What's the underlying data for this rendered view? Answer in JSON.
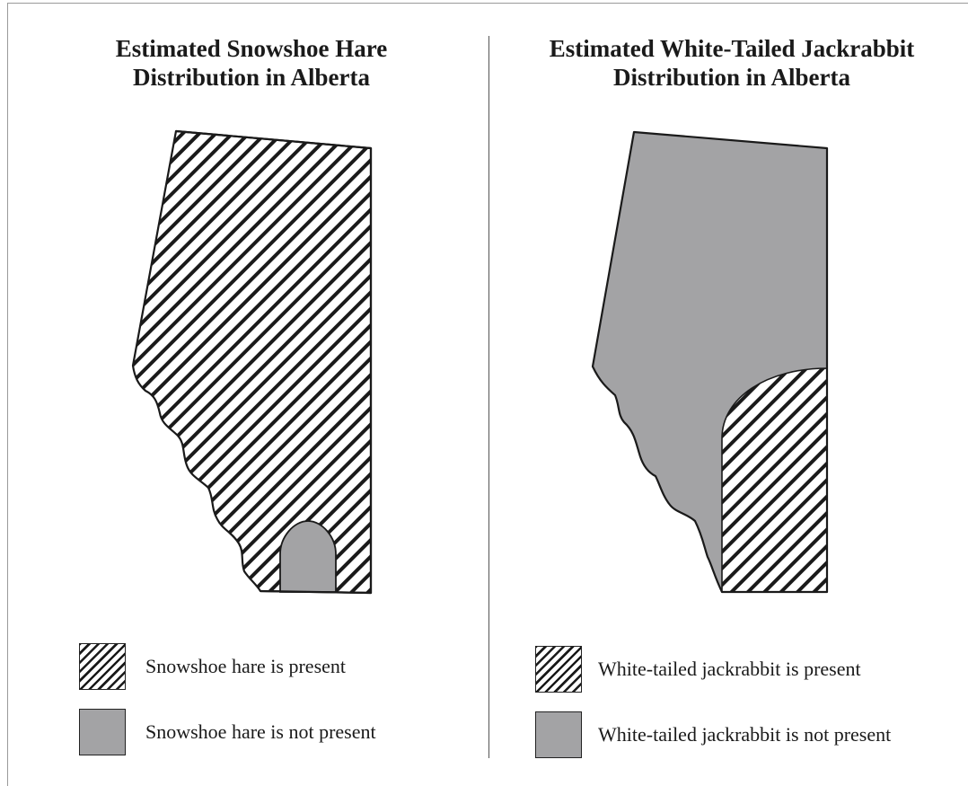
{
  "left_panel": {
    "title_line1": "Estimated Snowshoe Hare",
    "title_line2": "Distribution in Alberta",
    "legend_present": "Snowshoe hare is present",
    "legend_absent": "Snowshoe hare is not present"
  },
  "right_panel": {
    "title_line1": "Estimated White-Tailed Jackrabbit",
    "title_line2": "Distribution in Alberta",
    "legend_present": "White-tailed jackrabbit is present",
    "legend_absent": "White-tailed jackrabbit is not present"
  },
  "colors": {
    "not_present_fill": "#a3a3a5",
    "hatch_line": "#1a1a1a",
    "outline": "#1a1a1a"
  }
}
